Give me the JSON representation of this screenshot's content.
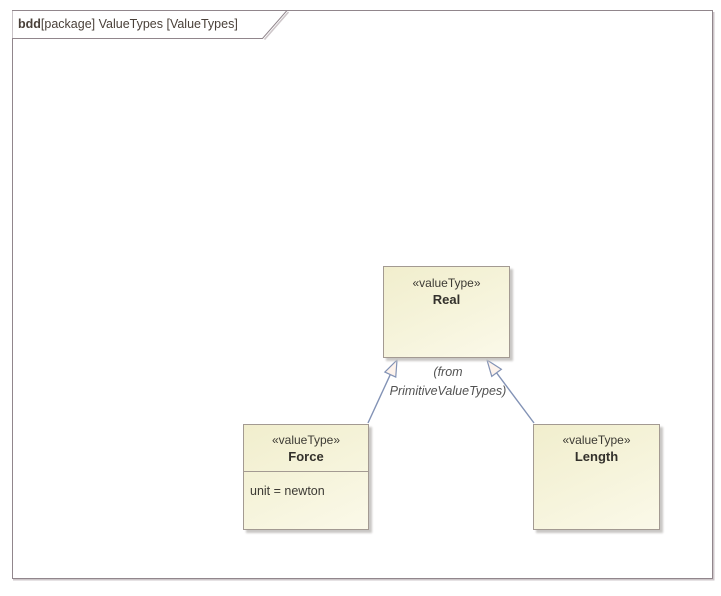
{
  "frame": {
    "title_keyword": "bdd",
    "title_rest": "[package] ValueTypes [ValueTypes]"
  },
  "elements": [
    {
      "id": "real",
      "stereotype": "«valueType»",
      "name": "Real",
      "attributes": []
    },
    {
      "id": "force",
      "stereotype": "«valueType»",
      "name": "Force",
      "attributes": [
        "unit = newton"
      ]
    },
    {
      "id": "length",
      "stereotype": "«valueType»",
      "name": "Length",
      "attributes": []
    }
  ],
  "note": {
    "line1": "(from",
    "line2": "PrimitiveValueTypes)"
  },
  "relationships": [
    {
      "type": "generalization",
      "source": "Force",
      "target": "Real"
    },
    {
      "type": "generalization",
      "source": "Length",
      "target": "Real"
    }
  ],
  "colors": {
    "element_fill_top": "#f1eecd",
    "element_fill_bottom": "#fbf9e9",
    "element_border": "#a39a92",
    "element_shadow": "#c9c7c5",
    "connector_line": "#8292b5",
    "arrowhead_fill": "#fdf3ec",
    "frame_border": "#91868c",
    "frame_shadow": "#cdc6c9",
    "title_text": "#4a4039",
    "body_text": "#3c3a34"
  }
}
